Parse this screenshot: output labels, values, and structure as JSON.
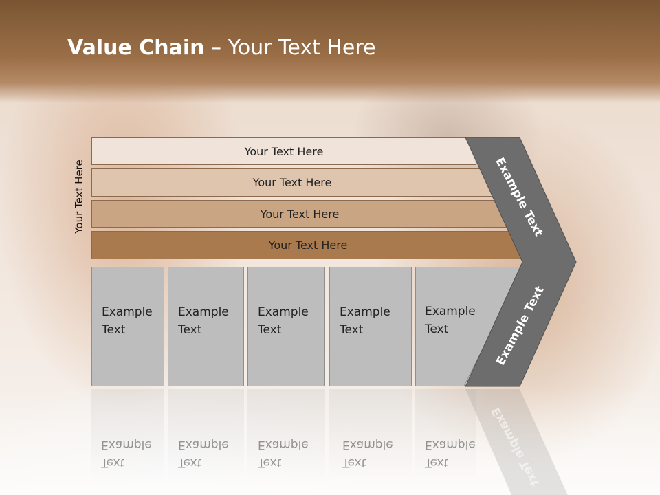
{
  "slide": {
    "title_bold": "Value Chain",
    "title_rest": " – Your Text Here",
    "side_label": "Your Text Here"
  },
  "tiers": [
    {
      "label": "Your Text Here",
      "color": "#f0e4da"
    },
    {
      "label": "Your Text Here",
      "color": "#dfc5ae"
    },
    {
      "label": "Your Text Here",
      "color": "#c9a583"
    },
    {
      "label": "Your Text Here",
      "color": "#a97a4e"
    }
  ],
  "boxes": [
    {
      "line1": "Example",
      "line2": "Text"
    },
    {
      "line1": "Example",
      "line2": "Text"
    },
    {
      "line1": "Example",
      "line2": "Text"
    },
    {
      "line1": "Example",
      "line2": "Text"
    },
    {
      "line1": "Example",
      "line2": "Text"
    }
  ],
  "chevron": {
    "upper_label": "Example Text",
    "lower_label": "Example Text",
    "color": "#6d6d6d"
  }
}
